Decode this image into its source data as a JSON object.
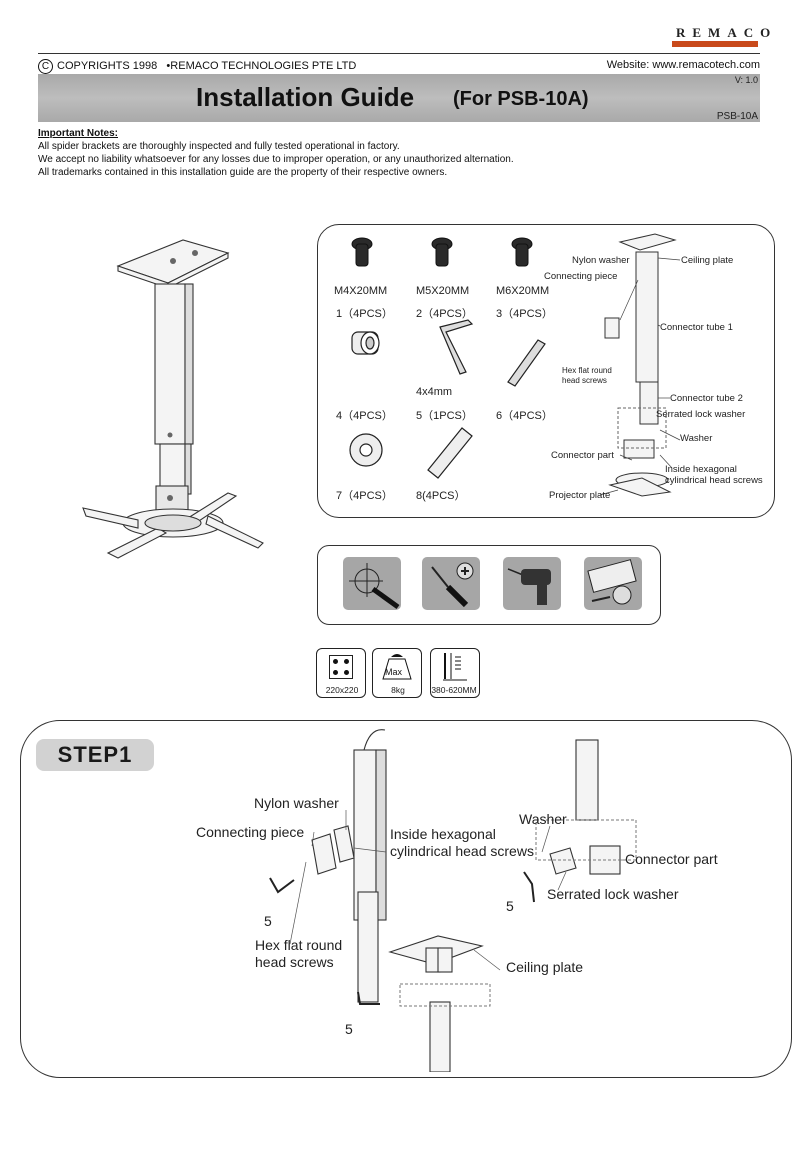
{
  "logo": {
    "letters": "REMACO"
  },
  "header": {
    "copyright_symbol": "C",
    "copyright": "COPYRIGHTS 1998",
    "company": "REMACO TECHNOLOGIES PTE LTD",
    "website": "Website: www.remacotech.com",
    "title": "Installation Guide",
    "subtitle": "(For PSB-10A)",
    "version": "V: 1.0",
    "model": "PSB-10A"
  },
  "notes": {
    "heading": "Important Notes:",
    "lines": [
      "All spider brackets are thoroughly inspected and fully tested operational in factory.",
      "We accept no liability whatsoever for any losses due to improper operation, or any unauthorized alternation.",
      "All trademarks contained in this installation guide are the property of their respective owners."
    ]
  },
  "parts": {
    "m4": "M4X20MM",
    "m5": "M5X20MM",
    "m6": "M6X20MM",
    "q1": "1（4PCS）",
    "q2": "2（4PCS）",
    "q3": "3（4PCS）",
    "hex": "4x4mm",
    "q4": "4（4PCS）",
    "q5": "5（1PCS）",
    "q6": "6（4PCS）",
    "q7": "7（4PCS）",
    "q8": "8(4PCS）"
  },
  "diagram_labels": {
    "nylon_washer": "Nylon washer",
    "ceiling_plate": "Ceiling plate",
    "connecting_piece": "Connecting piece",
    "connector_tube_1": "Connector tube 1",
    "hex_flat_1": "Hex flat round",
    "hex_flat_2": "head screws",
    "connector_tube_2": "Connector tube 2",
    "serrated": "Serrated lock washer",
    "washer": "Washer",
    "connector_part": "Connector part",
    "inside_hex_1": "Inside hexagonal",
    "inside_hex_2": "cylindrical head screws",
    "projector_plate": "Projector plate"
  },
  "specs": {
    "plate": "220x220",
    "max": "Max",
    "weight": "8kg",
    "range": "380-620MM"
  },
  "step1": {
    "title": "STEP1",
    "nylon_washer": "Nylon washer",
    "connecting_piece": "Connecting piece",
    "inside_hex_1": "Inside hexagonal",
    "inside_hex_2": "cylindrical head screws",
    "washer": "Washer",
    "connector_part": "Connector part",
    "serrated": "Serrated lock washer",
    "hex_flat_1": "Hex flat round",
    "hex_flat_2": "head screws",
    "ceiling_plate": "Ceiling plate",
    "tool_num_a": "5",
    "tool_num_b": "5",
    "tool_num_c": "5"
  }
}
